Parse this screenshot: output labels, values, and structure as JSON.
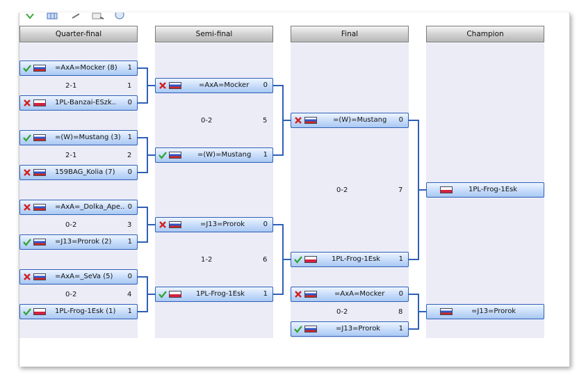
{
  "columns": [
    {
      "title": "Quarter-final"
    },
    {
      "title": "Semi-final"
    },
    {
      "title": "Final"
    },
    {
      "title": "Champion"
    }
  ],
  "colors": {
    "slot_border": "#2e5fb6",
    "win": "#2fa32f",
    "loss": "#d41f1f",
    "column_bg": "#ececf7"
  },
  "quarterfinal": [
    {
      "a": {
        "name": "=AxA=Mocker (8)",
        "score": "1",
        "status": "win",
        "flag": "ru"
      },
      "b": {
        "name": "1PL-Banzai-ESzk..",
        "score": "0",
        "status": "loss",
        "flag": "pl"
      },
      "result": "2-1",
      "match": "1"
    },
    {
      "a": {
        "name": "=(W)=Mustang (3)",
        "score": "1",
        "status": "win",
        "flag": "ru"
      },
      "b": {
        "name": "159BAG_Kolia  (7)",
        "score": "0",
        "status": "loss",
        "flag": "ru"
      },
      "result": "2-1",
      "match": "2"
    },
    {
      "a": {
        "name": "=AxA=_Dolka_Ape..",
        "score": "0",
        "status": "loss",
        "flag": "ru"
      },
      "b": {
        "name": "=J13=Prorok (2)",
        "score": "1",
        "status": "win",
        "flag": "ru"
      },
      "result": "0-2",
      "match": "3"
    },
    {
      "a": {
        "name": "=AxA=_SeVa (5)",
        "score": "0",
        "status": "loss",
        "flag": "ru"
      },
      "b": {
        "name": "1PL-Frog-1Esk (1)",
        "score": "1",
        "status": "win",
        "flag": "pl"
      },
      "result": "0-2",
      "match": "4"
    }
  ],
  "semifinal": [
    {
      "a": {
        "name": "=AxA=Mocker",
        "score": "0",
        "status": "loss",
        "flag": "ru"
      },
      "b": {
        "name": "=(W)=Mustang",
        "score": "1",
        "status": "win",
        "flag": "ru"
      },
      "result": "0-2",
      "match": "5"
    },
    {
      "a": {
        "name": "=J13=Prorok",
        "score": "0",
        "status": "loss",
        "flag": "ru"
      },
      "b": {
        "name": "1PL-Frog-1Esk",
        "score": "1",
        "status": "win",
        "flag": "pl"
      },
      "result": "1-2",
      "match": "6"
    }
  ],
  "final": {
    "a": {
      "name": "=(W)=Mustang",
      "score": "0",
      "status": "loss",
      "flag": "ru"
    },
    "b": {
      "name": "1PL-Frog-1Esk",
      "score": "1",
      "status": "win",
      "flag": "pl"
    },
    "result": "0-2",
    "match": "7"
  },
  "third_place": {
    "a": {
      "name": "=AxA=Mocker",
      "score": "0",
      "status": "loss",
      "flag": "ru"
    },
    "b": {
      "name": "=J13=Prorok",
      "score": "1",
      "status": "win",
      "flag": "ru"
    },
    "result": "0-2",
    "match": "8"
  },
  "champion": {
    "name": "1PL-Frog-1Esk",
    "flag": "pl"
  },
  "third_winner": {
    "name": "=J13=Prorok",
    "flag": "ru"
  }
}
